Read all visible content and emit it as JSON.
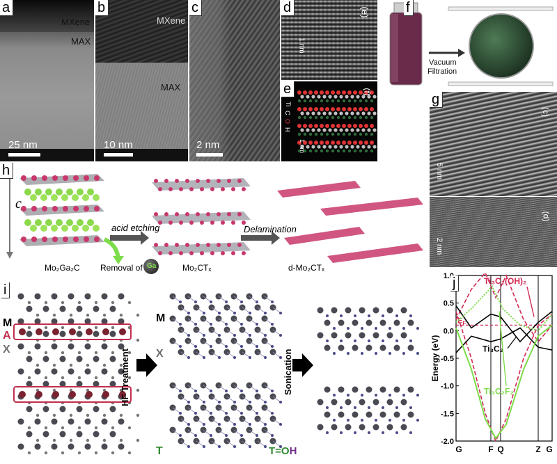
{
  "panels": {
    "a": {
      "tag": "a",
      "labels": [
        "MXene",
        "MAX"
      ],
      "scale": "25 nm"
    },
    "b": {
      "tag": "b",
      "labels": [
        "MXene",
        "MAX"
      ],
      "scale": "10 nm"
    },
    "c": {
      "tag": "c",
      "scale": "2 nm"
    },
    "d": {
      "tag": "d",
      "inset_tag": "(e)",
      "scale": "1 nm"
    },
    "e": {
      "tag": "e",
      "inset_tag": "(f)",
      "scale": "1 nm",
      "legend": [
        "Ti",
        "C",
        "O",
        "H"
      ]
    },
    "f": {
      "tag": "f",
      "arrow_label": [
        "Vacuum",
        "Filtration"
      ]
    },
    "g": {
      "tag": "g",
      "inset_tags": [
        "(c)",
        "(d)"
      ],
      "scales": [
        "5 nm",
        "2 nm"
      ]
    },
    "h": {
      "tag": "h",
      "axis": "c",
      "step1": "acid etching",
      "step2": "Delamination",
      "cap1": "Mo₂Ga₂C",
      "removal": "Removal of",
      "removal_el": "Ga",
      "cap2": "Mo₂CTₓ",
      "cap3": "d-Mo₂CTₓ"
    },
    "i": {
      "tag": "i",
      "M": "M",
      "A": "A",
      "X": "X",
      "M2": "M",
      "X2": "X",
      "hf": "HF Treatment",
      "sonic": "Sonication",
      "T": "T",
      "toh_pre": "T=O",
      "toh_h": "H"
    },
    "j": {
      "tag": "j",
      "ylabel": "Energy (eV)",
      "ef": "E",
      "ticks_y": [
        "1.0",
        "0.5",
        "0.0",
        "-0.5",
        "-1.0",
        "-1.5",
        "-2.0"
      ],
      "ticks_x": [
        "G",
        "F",
        "Q",
        "Z",
        "G"
      ],
      "curve1": "Ti₃C₂(OH)₂",
      "curve2": "Ti₃C₂",
      "curve3": "Ti₃C₂F₂"
    }
  },
  "colors": {
    "mxene_curve": "#d12b55",
    "ti3c2_curve": "#000000",
    "f2_curve": "#7ddc4a",
    "a_layer": "#c22e4e",
    "x_label": "#707070",
    "t_green": "#2f8a2f",
    "h_purple": "#6e2e8a"
  }
}
